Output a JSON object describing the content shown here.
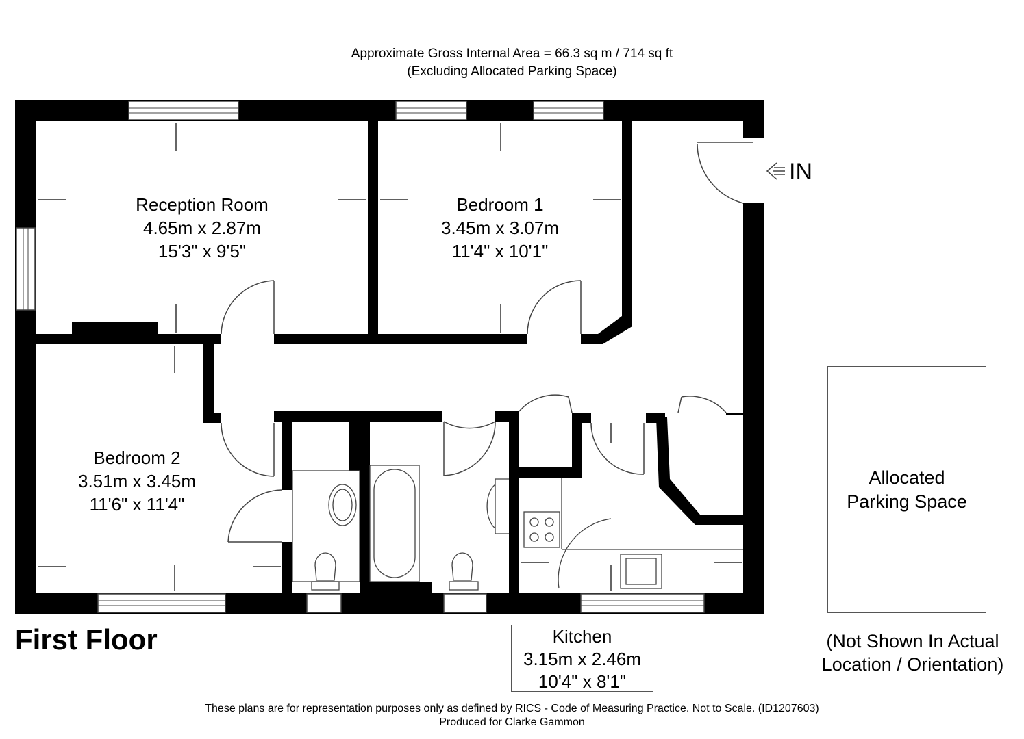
{
  "header": {
    "area": "Approximate Gross Internal Area = 66.3 sq m / 714 sq ft",
    "note": "(Excluding Allocated Parking Space)"
  },
  "floor_label": "First Floor",
  "entrance_label": "IN",
  "rooms": {
    "reception": {
      "name": "Reception Room",
      "metric": "4.65m x 2.87m",
      "imperial": "15'3\" x 9'5\""
    },
    "bedroom1": {
      "name": "Bedroom 1",
      "metric": "3.45m x 3.07m",
      "imperial": "11'4\" x 10'1\""
    },
    "bedroom2": {
      "name": "Bedroom 2",
      "metric": "3.51m x 3.45m",
      "imperial": "11'6\" x 11'4\""
    },
    "kitchen": {
      "name": "Kitchen",
      "metric": "3.15m x 2.46m",
      "imperial": "10'4\" x 8'1\""
    }
  },
  "parking": {
    "line1": "Allocated",
    "line2": "Parking Space",
    "note1": "(Not Shown In Actual",
    "note2": "Location / Orientation)"
  },
  "footer": {
    "disclaimer": "These plans are for representation purposes only as defined by RICS - Code of Measuring Practice. Not to Scale. (ID1207603)",
    "produced": "Produced for Clarke Gammon"
  },
  "colors": {
    "wall": "#000000",
    "line": "#444444",
    "background": "#ffffff"
  }
}
